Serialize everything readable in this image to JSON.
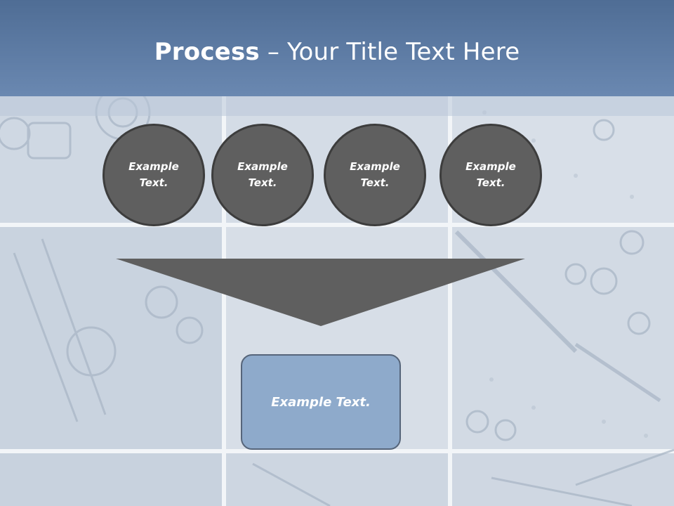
{
  "header": {
    "title_bold": "Process",
    "title_rest": " – Your Title Text Here"
  },
  "process": {
    "steps": [
      {
        "label": "Example Text."
      },
      {
        "label": "Example Text."
      },
      {
        "label": "Example Text."
      },
      {
        "label": "Example Text."
      }
    ],
    "result": {
      "label": "Example Text."
    }
  },
  "colors": {
    "banner": "#5f7ea6",
    "circle_fill": "#5f5f5f",
    "arrow_fill": "#5f5f5f",
    "result_box": "#8eaacb"
  }
}
